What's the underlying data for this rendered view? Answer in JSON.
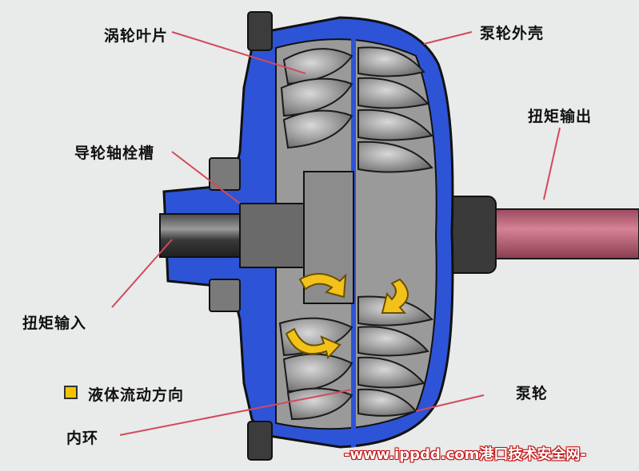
{
  "labels": {
    "turbine_blade": "涡轮叶片",
    "pump_shell": "泵轮外壳",
    "torque_output": "扭矩输出",
    "stator_spline": "导轮轴栓槽",
    "torque_input": "扭矩输入",
    "pump_wheel": "泵轮",
    "inner_ring": "内环"
  },
  "legend": {
    "fluid_flow": "液体流动方向",
    "swatch_color": "#f5c400"
  },
  "watermark": "-www.ippdd.com港口技术安全网-",
  "colors": {
    "housing_blue": "#2d54d6",
    "outline": "#1a1a1a",
    "output_shaft": "#c16b80",
    "arrow_yellow": "#f2c21a",
    "leader_line": "#d24a5a"
  }
}
